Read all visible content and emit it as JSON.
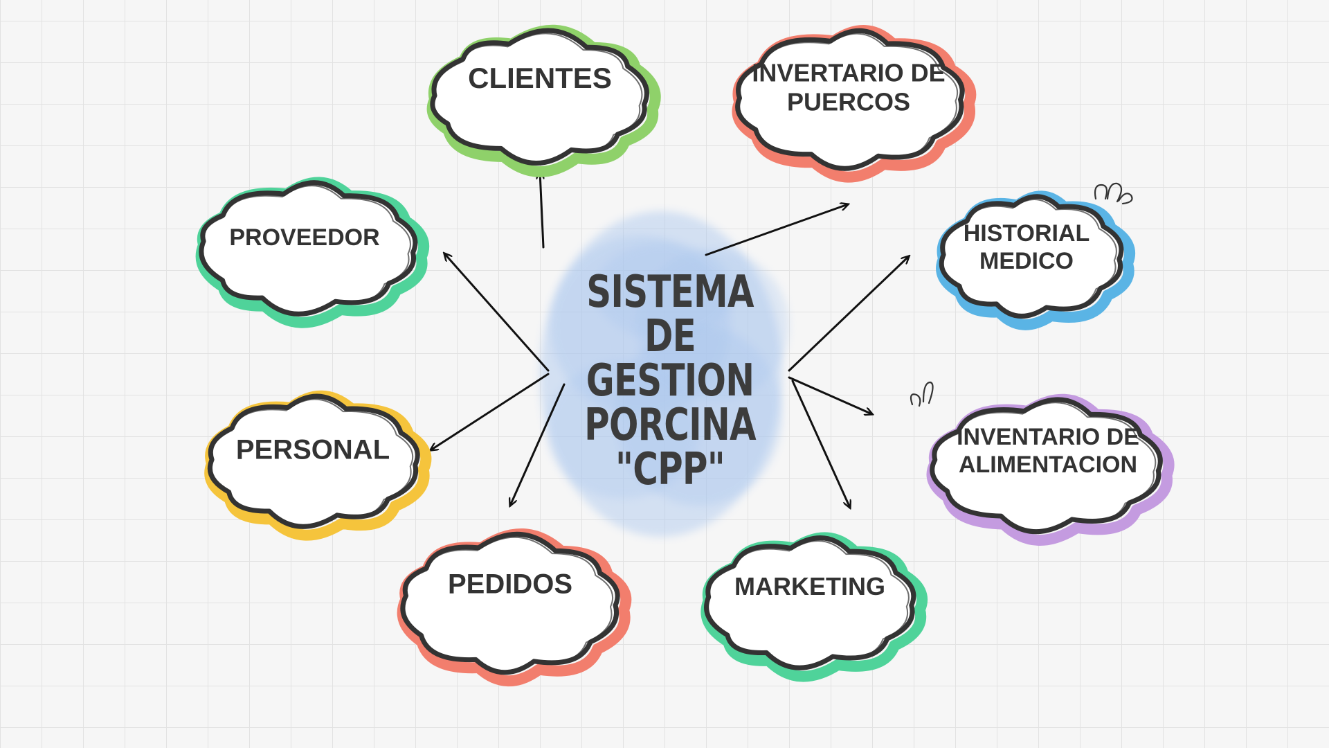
{
  "center": {
    "title": "SISTEMA DE\nGESTION\nPORCINA\n\"CPP\"",
    "blob_color": "#a9c6ee"
  },
  "nodes": [
    {
      "id": "clientes",
      "label": "CLIENTES",
      "color": "#8fd16a"
    },
    {
      "id": "inventario-puercos",
      "label": "INVERTARIO DE\nPUERCOS",
      "color": "#f27e6d"
    },
    {
      "id": "proveedor",
      "label": "PROVEEDOR",
      "color": "#4fd39a"
    },
    {
      "id": "historial-medico",
      "label": "HISTORIAL\nMEDICO",
      "color": "#5ab4e5"
    },
    {
      "id": "personal",
      "label": "PERSONAL",
      "color": "#f5c43c"
    },
    {
      "id": "inventario-alimentacion",
      "label": "INVENTARIO DE\nALIMENTACION",
      "color": "#c49be0"
    },
    {
      "id": "pedidos",
      "label": "PEDIDOS",
      "color": "#f27e6d"
    },
    {
      "id": "marketing",
      "label": "MARKETING",
      "color": "#4fd39a"
    }
  ],
  "colors": {
    "outline": "#333333",
    "arrow": "#111111"
  }
}
